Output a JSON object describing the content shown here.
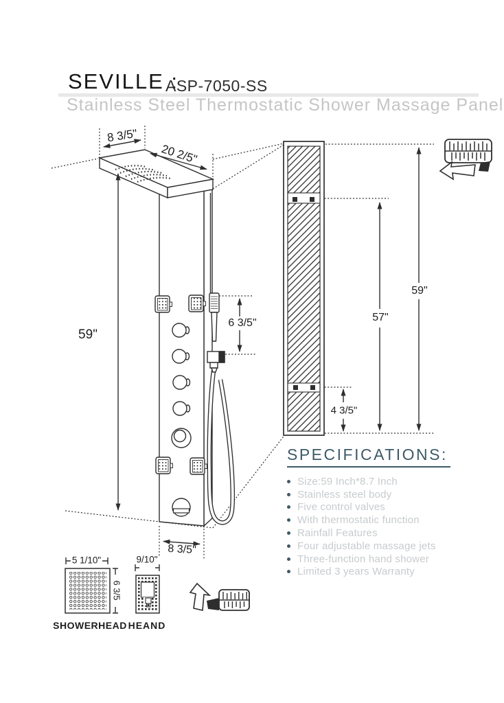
{
  "header": {
    "brand": "SEVILLE :",
    "model": "ASP-7050-SS",
    "subtitle": "Stainless Steel Thermostatic Shower Massage Panel"
  },
  "dimensions": {
    "head_depth": "8 3/5\"",
    "head_width": "20 2/5\"",
    "front_height": "59\"",
    "hand_shower_height": "6 3/5\"",
    "rear_overall_height": "59\"",
    "rear_bracket_height": "57\"",
    "rear_bottom_offset": "4 3/5\"",
    "panel_bottom_width": "8 3/5\"",
    "showerhead_width": "5 1/10\"",
    "showerhead_depth": "6 3/5",
    "hand_width": "9/10\""
  },
  "details": {
    "showerhead_label": "SHOWERHEAD",
    "hand_label": "HEAND"
  },
  "specifications": {
    "heading": "SPECIFICATIONS:",
    "items": [
      "Size:59 Inch*8.7 Inch",
      "Stainless steel body",
      "Five control valves",
      "With thermostatic function",
      "Rainfall Features",
      "Four adjustable massage jets",
      "Three-function hand shower",
      "Limited 3 years Warranty"
    ]
  },
  "icons": {
    "top_right": "tape-measure-arrow-down-icon",
    "bottom": "tape-measure-arrow-up-icon"
  },
  "colors": {
    "line": "#2e2e2e",
    "accent": "#3d5a68",
    "muted_text": "#c7cbce",
    "subtitle": "#c5c5c5"
  }
}
